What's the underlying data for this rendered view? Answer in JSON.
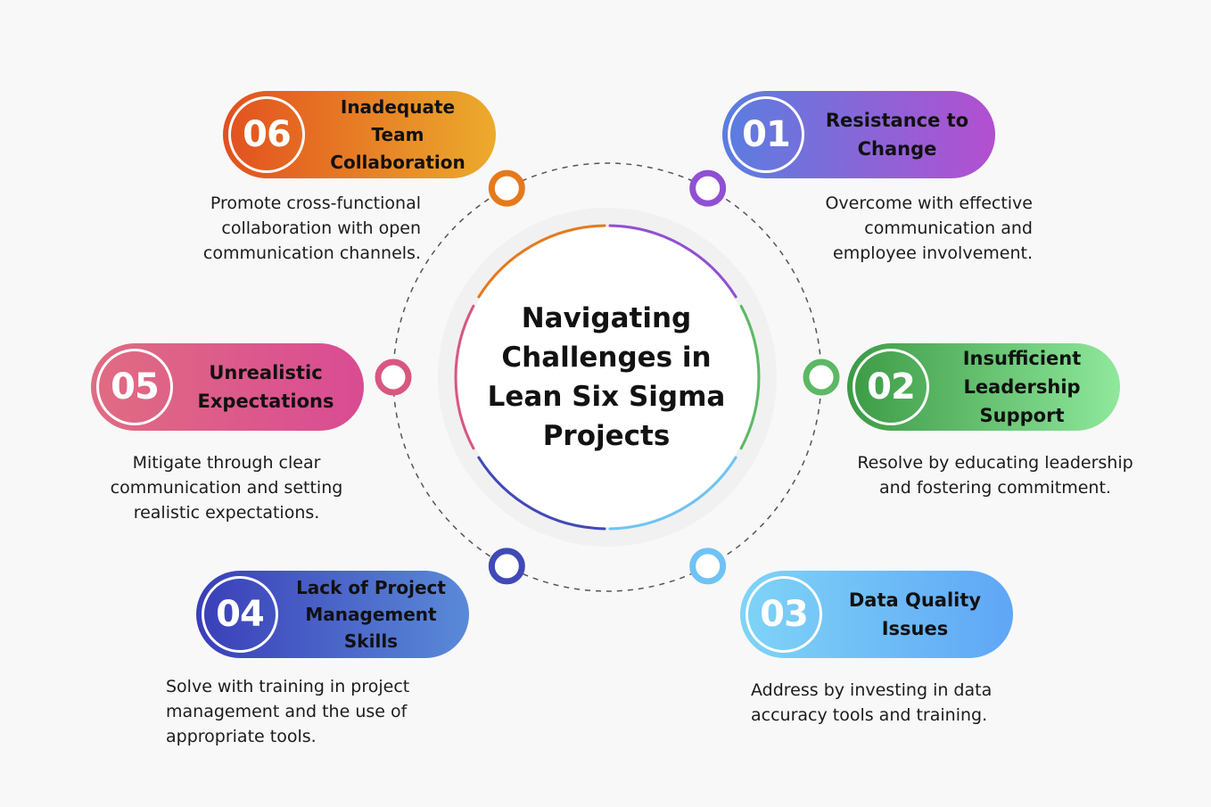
{
  "title": "Navigating Challenges in Lean Six Sigma Projects",
  "items": [
    {
      "number": "01",
      "title": "Resistance to Change",
      "description": "Overcome with effective\ncommunication and\nemployee involvement.",
      "color_from": "#5a7ee0",
      "color_to": "#b34fd0",
      "ring": "#9150d3"
    },
    {
      "number": "02",
      "title": "Insufficient Leadership Support",
      "description": "Resolve by educating leadership\nand fostering commitment.",
      "color_from": "#3c9a45",
      "color_to": "#8fe89c",
      "ring": "#5cb864"
    },
    {
      "number": "03",
      "title": "Data Quality Issues",
      "description": "Address by investing in data\naccuracy tools and training.",
      "color_from": "#7fd4f7",
      "color_to": "#5fa6f6",
      "ring": "#6ec3f4"
    },
    {
      "number": "04",
      "title": "Lack of Project Management Skills",
      "description": "Solve with training in project\nmanagement and the use of\nappropriate tools.",
      "color_from": "#3a3eb8",
      "color_to": "#5a8ad8",
      "ring": "#4149b8"
    },
    {
      "number": "05",
      "title": "Unrealistic Expectations",
      "description": "Mitigate through clear\ncommunication and setting\nrealistic expectations.",
      "color_from": "#e06c82",
      "color_to": "#d94b93",
      "ring": "#d8577f"
    },
    {
      "number": "06",
      "title": "Inadequate Team Collaboration",
      "description": "Promote cross-functional\ncollaboration with open\ncommunication channels.",
      "color_from": "#e2501f",
      "color_to": "#ecab2c",
      "ring": "#e6791c"
    }
  ]
}
